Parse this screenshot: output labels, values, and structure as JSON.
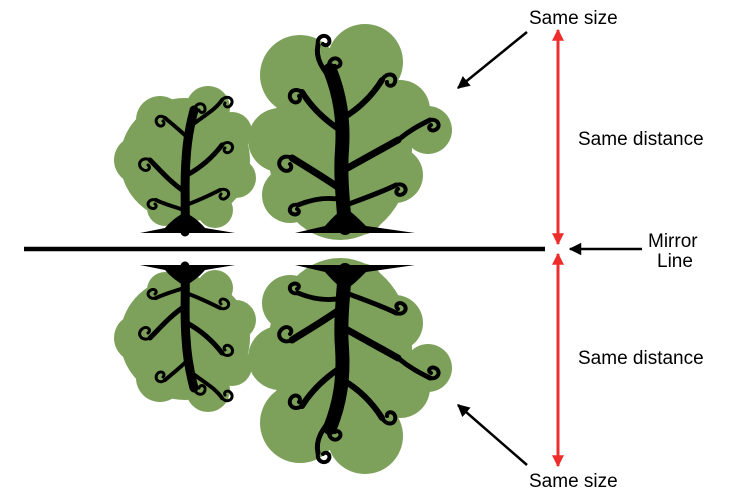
{
  "labels": {
    "top_size": "Same size",
    "top_distance": "Same distance",
    "mirror_line_1": "Mirror",
    "mirror_line_2": "Line",
    "bottom_distance": "Same distance",
    "bottom_size": "Same size"
  },
  "colors": {
    "foliage": "#7da15b",
    "trunk": "#000000",
    "distance_arrow": "#ee2d2d",
    "pointer_arrow": "#000000",
    "mirror_line": "#000000"
  },
  "icons": {
    "small_tree": "small-tree-icon",
    "large_tree": "large-tree-icon",
    "small_tree_reflection": "small-tree-reflection-icon",
    "large_tree_reflection": "large-tree-reflection-icon"
  }
}
